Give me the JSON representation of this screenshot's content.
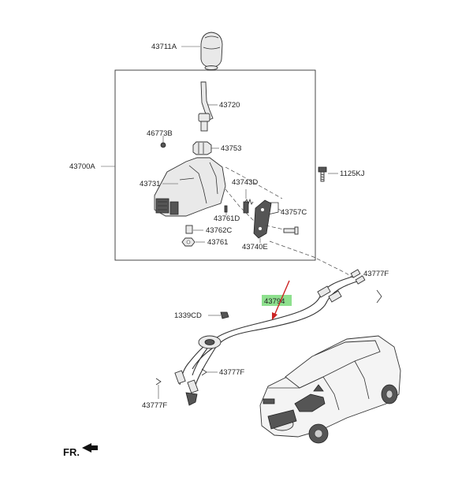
{
  "diagram": {
    "labels": {
      "knob": "43711A",
      "assembly": "43700A",
      "lever": "43720",
      "clip_top": "46773B",
      "boot": "43753",
      "bracket": "43731",
      "pin_small": "43761D",
      "bushing": "43762C",
      "nut": "43761",
      "bolt": "1125KJ",
      "spring": "43743D",
      "pin_right": "43757C",
      "plate": "43740E",
      "clip_right": "43777F",
      "cable": "43794",
      "grommet": "1339CD",
      "clip_mid": "43777F",
      "clip_left": "43777F"
    },
    "direction_label": "FR.",
    "highlight_color": "#8ee08e",
    "arrow_color": "#cc2222"
  }
}
